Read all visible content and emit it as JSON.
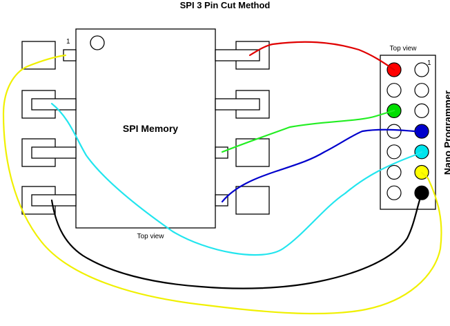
{
  "title": "SPI 3 Pin Cut Method",
  "chip": {
    "label": "SPI Memory",
    "pin1_label": "1",
    "top_view_label": "Top view"
  },
  "programmer": {
    "label": "Nano Programmer",
    "top_view_label": "Top view",
    "pin1_label": "1",
    "pins": [
      [
        "#ff0000",
        "#ffffff"
      ],
      [
        "#ffffff",
        "#ffffff"
      ],
      [
        "#00dd00",
        "#ffffff"
      ],
      [
        "#ffffff",
        "#0000cc"
      ],
      [
        "#ffffff",
        "#00e5ee"
      ],
      [
        "#ffffff",
        "#ffff00"
      ],
      [
        "#ffffff",
        "#000000"
      ]
    ]
  },
  "wire_colors": {
    "red": "#e00000",
    "green": "#22ee22",
    "blue": "#0000cc",
    "cyan": "#22e5ee",
    "black": "#000000",
    "yellow": "#f0f000"
  }
}
